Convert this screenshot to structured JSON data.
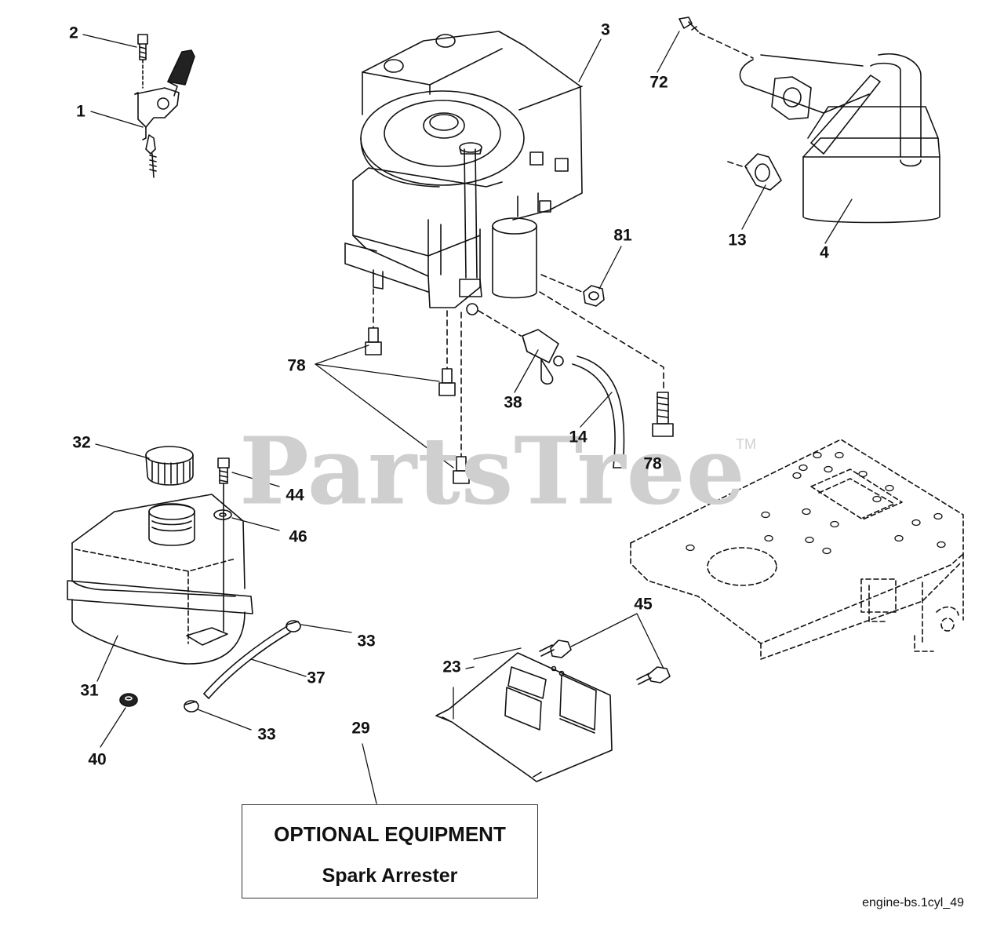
{
  "watermark": {
    "text": "PartsTree",
    "trademark": "TM"
  },
  "callouts": [
    {
      "key": "c2",
      "text": "2"
    },
    {
      "key": "c1",
      "text": "1"
    },
    {
      "key": "c3",
      "text": "3"
    },
    {
      "key": "c72",
      "text": "72"
    },
    {
      "key": "c13",
      "text": "13"
    },
    {
      "key": "c4",
      "text": "4"
    },
    {
      "key": "c81",
      "text": "81"
    },
    {
      "key": "c78a",
      "text": "78"
    },
    {
      "key": "c38",
      "text": "38"
    },
    {
      "key": "c14",
      "text": "14"
    },
    {
      "key": "c78b",
      "text": "78"
    },
    {
      "key": "c32",
      "text": "32"
    },
    {
      "key": "c44",
      "text": "44"
    },
    {
      "key": "c46",
      "text": "46"
    },
    {
      "key": "c45",
      "text": "45"
    },
    {
      "key": "c33a",
      "text": "33"
    },
    {
      "key": "c37",
      "text": "37"
    },
    {
      "key": "c23",
      "text": "23"
    },
    {
      "key": "c31",
      "text": "31"
    },
    {
      "key": "c33b",
      "text": "33"
    },
    {
      "key": "c40",
      "text": "40"
    },
    {
      "key": "c29",
      "text": "29"
    }
  ],
  "notice": {
    "line1": "OPTIONAL EQUIPMENT",
    "line2": "Spark Arrester"
  },
  "reference": "engine-bs.1cyl_49",
  "colors": {
    "line": "#111111",
    "watermark": "#cfcfcf",
    "background": "#ffffff"
  }
}
